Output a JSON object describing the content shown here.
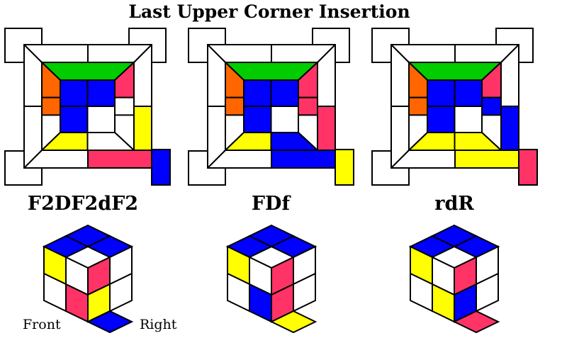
{
  "title": "Last Upper Corner Insertion",
  "colors": {
    "green": "#00cc00",
    "blue": "#0000ff",
    "orange": "#ff6600",
    "red": "#ff3366",
    "yellow": "#ffff00",
    "white": "#ffffff",
    "outline": "#000000"
  },
  "diagrams": [
    {
      "algorithm": "F2DF2dF2",
      "top_view": {
        "grid": [
          [
            "blue",
            "blue",
            "white"
          ],
          [
            "blue",
            "white",
            "white"
          ],
          [
            "white",
            "white",
            "white"
          ]
        ],
        "back_edge": [
          "green",
          "green",
          "green"
        ],
        "left_edge": [
          "orange",
          "orange",
          "orange"
        ],
        "right_edge": [
          "red",
          "white",
          "white"
        ],
        "front_edge": [
          "yellow",
          "white",
          "white"
        ],
        "outer_right_lower": "yellow",
        "outer_front_right": "red",
        "corner_square": "blue"
      },
      "cube_view": {
        "top": [
          "blue",
          "blue",
          "blue",
          "white"
        ],
        "front": [
          "yellow",
          "white",
          "white",
          "red"
        ],
        "right": [
          "red",
          "white",
          "yellow",
          "white"
        ],
        "bottom_piece": "blue"
      }
    },
    {
      "algorithm": "FDf",
      "top_view": {
        "grid": [
          [
            "blue",
            "blue",
            "white"
          ],
          [
            "blue",
            "white",
            "white"
          ],
          [
            "white",
            "white",
            "white"
          ]
        ],
        "back_edge": [
          "green",
          "green",
          "green"
        ],
        "left_edge": [
          "orange",
          "orange",
          "orange"
        ],
        "right_edge": [
          "red",
          "red",
          "white"
        ],
        "front_edge": [
          "yellow",
          "blue",
          "white"
        ],
        "outer_right_lower": "red",
        "outer_front_right": "blue",
        "corner_square": "yellow"
      },
      "cube_view": {
        "top": [
          "blue",
          "blue",
          "blue",
          "white"
        ],
        "front": [
          "yellow",
          "white",
          "white",
          "blue"
        ],
        "right": [
          "red",
          "white",
          "red",
          "white"
        ],
        "bottom_piece": "yellow"
      }
    },
    {
      "algorithm": "rdR",
      "top_view": {
        "grid": [
          [
            "blue",
            "blue",
            "white"
          ],
          [
            "blue",
            "white",
            "white"
          ],
          [
            "white",
            "white",
            "white"
          ]
        ],
        "back_edge": [
          "green",
          "green",
          "green"
        ],
        "left_edge": [
          "orange",
          "orange",
          "orange"
        ],
        "right_edge": [
          "red",
          "blue",
          "white"
        ],
        "front_edge": [
          "yellow",
          "yellow",
          "white"
        ],
        "outer_right_lower": "blue",
        "outer_front_right": "yellow",
        "corner_square": "red"
      },
      "cube_view": {
        "top": [
          "blue",
          "blue",
          "blue",
          "white"
        ],
        "front": [
          "yellow",
          "white",
          "white",
          "yellow"
        ],
        "right": [
          "red",
          "white",
          "blue",
          "white"
        ],
        "bottom_piece": "red"
      }
    }
  ],
  "labels": {
    "front": "Front",
    "right": "Right"
  }
}
